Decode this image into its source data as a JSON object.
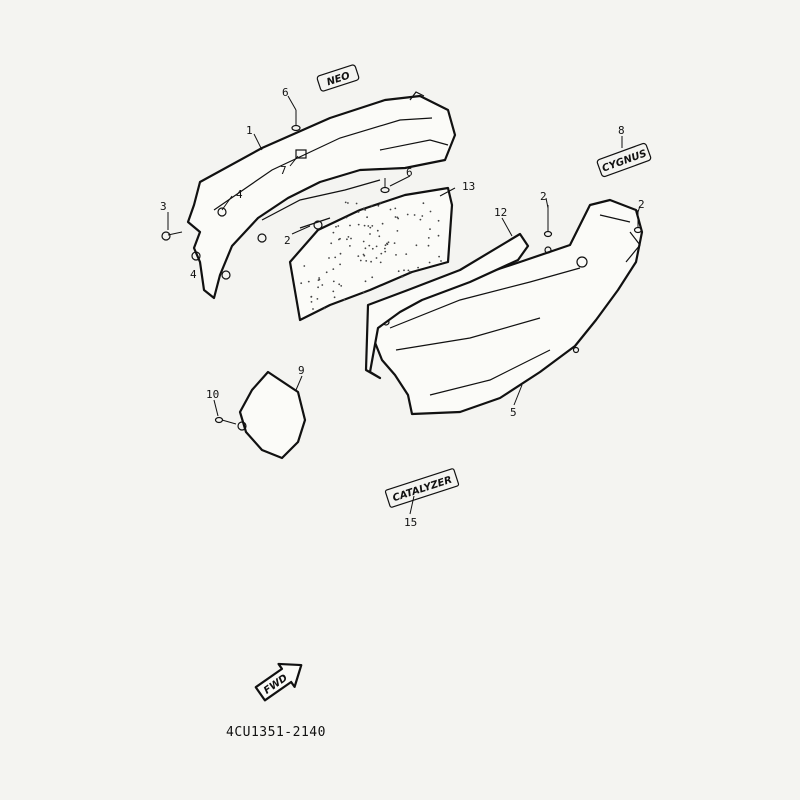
{
  "diagram": {
    "part_number": "4CU1351-2140",
    "callouts": [
      "1",
      "2",
      "2",
      "2",
      "3",
      "4",
      "4",
      "5",
      "6",
      "6",
      "7",
      "8",
      "9",
      "10",
      "12",
      "13",
      "15"
    ],
    "decals": {
      "top_emblem": "NEO",
      "side_emblem": "CYGNUS",
      "catalyzer_emblem": "CATALYZER",
      "fwd_arrow": "FWD"
    }
  }
}
